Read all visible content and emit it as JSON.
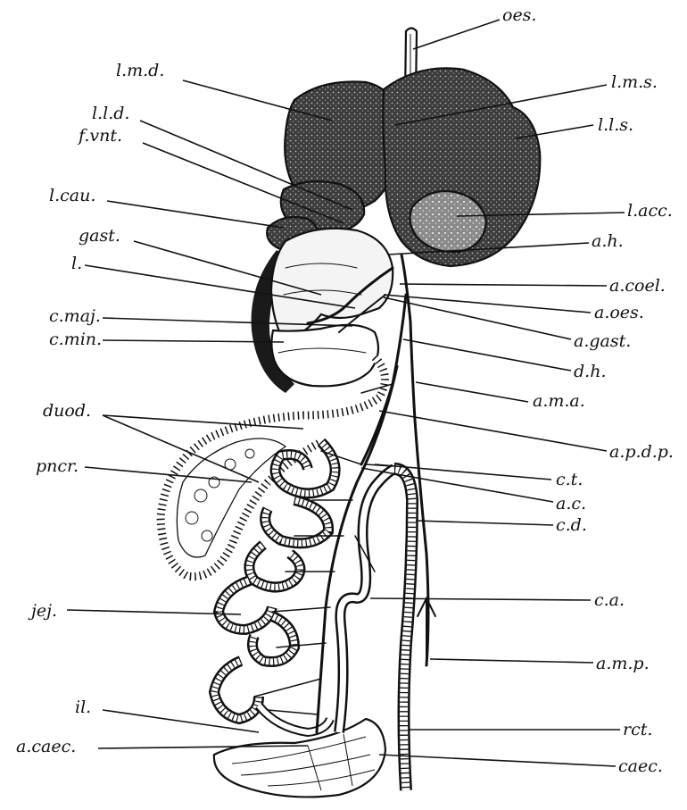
{
  "colors": {
    "ink": "#111111",
    "paper": "#ffffff",
    "stipple": "#4a4a4a"
  },
  "labels": {
    "oes": "oes.",
    "lmd": "l.m.d.",
    "lms": "l.m.s.",
    "lld": "l.l.d.",
    "lls": "l.l.s.",
    "fvnt": "f.vnt.",
    "lcau": "l.cau.",
    "lacc": "l.acc.",
    "gast": "gast.",
    "ah": "a.h.",
    "l": "l.",
    "acoel": "a.coel.",
    "cmaj": "c.maj.",
    "aoes": "a.oes.",
    "cmin": "c.min.",
    "agast": "a.gast.",
    "dh": "d.h.",
    "ama": "a.m.a.",
    "duod": "duod.",
    "apdp": "a.p.d.p.",
    "pncr": "pncr.",
    "ct": "c.t.",
    "ac": "a.c.",
    "cd": "c.d.",
    "ca": "c.a.",
    "jej": "jej.",
    "amp": "a.m.p.",
    "il": "il.",
    "rct": "rct.",
    "acaec": "a.caec.",
    "caec": "caec."
  }
}
